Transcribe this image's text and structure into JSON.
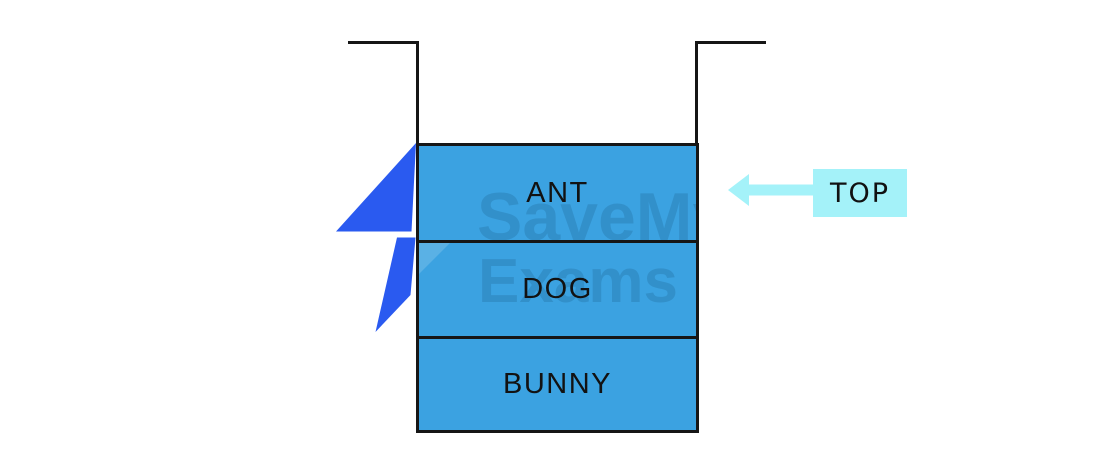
{
  "diagram": {
    "type": "stack-data-structure",
    "stack": {
      "items": [
        {
          "label": "ANT"
        },
        {
          "label": "DOG"
        },
        {
          "label": "BUNNY"
        }
      ],
      "top_item": "ANT",
      "fill_color": "#3BA2E1",
      "outline_color": "#161616"
    },
    "pointer": {
      "label": "TOP",
      "points_to": "ANT",
      "color": "#A4F2F9",
      "direction": "left"
    },
    "watermark": {
      "line1": "SaveMy",
      "line2": "Exams",
      "bolt_color": "#2A5AF0"
    }
  }
}
